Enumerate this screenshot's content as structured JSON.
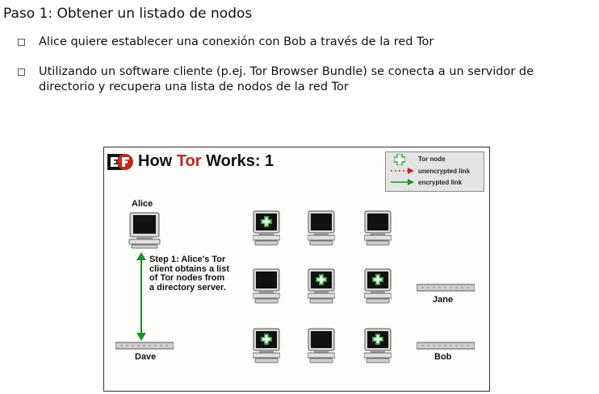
{
  "slide": {
    "title": "Paso 1: Obtener un listado de nodos",
    "bullets": [
      "Alice quiere establecer una conexión con Bob a través de la red Tor",
      "Utilizando un software cliente (p.ej. Tor Browser Bundle) se conecta a un servidor de",
      "directorio y recupera una lista de nodos de la red Tor"
    ]
  },
  "figure": {
    "logo": "EFF",
    "title_part1": "How ",
    "title_part2": "Tor",
    "title_part3": " Works: 1",
    "legend": {
      "tor_node": "Tor node",
      "unencrypted": "unencrypted link",
      "encrypted": "encrypted link"
    },
    "labels": {
      "alice": "Alice",
      "dave": "Dave",
      "jane": "Jane",
      "bob": "Bob"
    },
    "step_text": [
      "Step 1: Alice's Tor",
      "client obtains a list",
      "of Tor nodes from",
      "a directory server."
    ],
    "colors": {
      "tor_red": "#c9241d",
      "node_green": "#2fa33a",
      "arrow_green": "#1f8f2a",
      "unencrypted_red": "#d02020"
    }
  }
}
